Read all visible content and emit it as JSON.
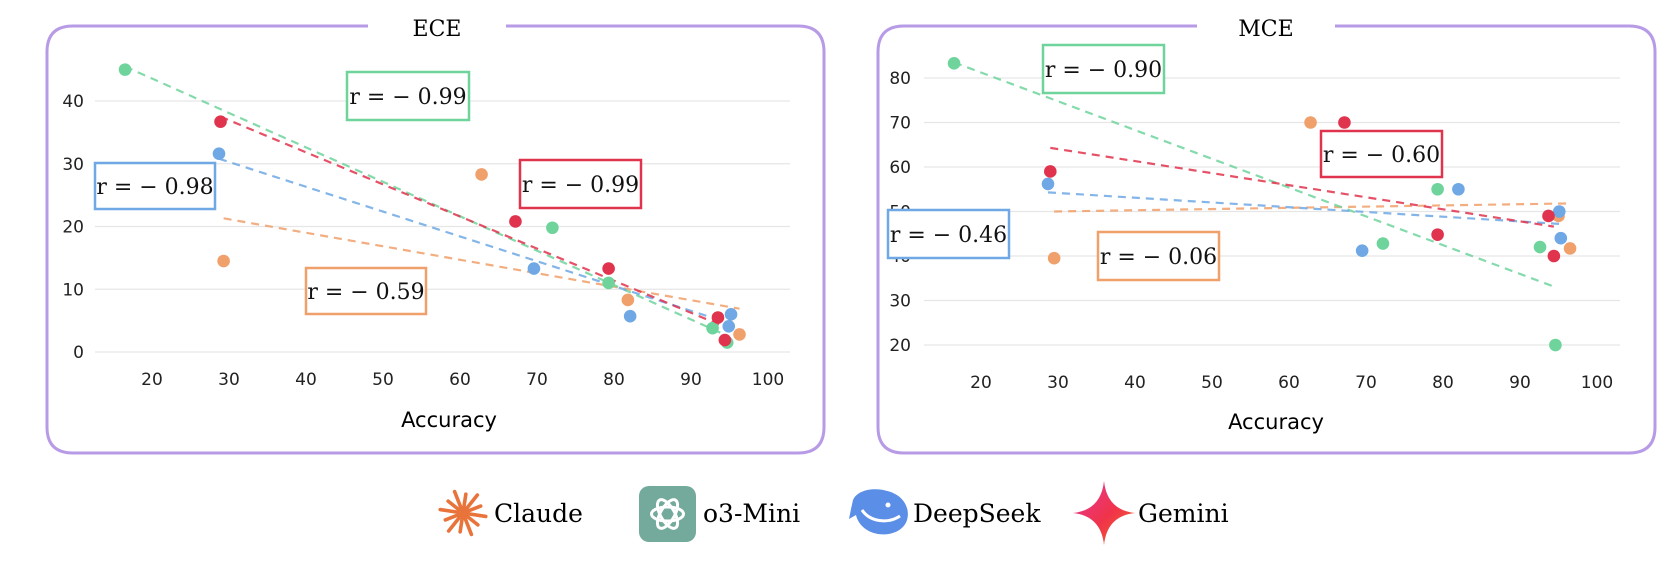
{
  "colors": {
    "Claude": "#f0a06a",
    "o3-Mini": "#6fd49c",
    "DeepSeek": "#6fa8e4",
    "Gemini": "#e0344e",
    "frame": "#b79be6"
  },
  "legend": [
    {
      "name": "Claude",
      "icon": "claude-starburst-icon"
    },
    {
      "name": "o3-Mini",
      "icon": "openai-knot-icon"
    },
    {
      "name": "DeepSeek",
      "icon": "deepseek-whale-icon"
    },
    {
      "name": "Gemini",
      "icon": "gemini-sparkle-icon"
    }
  ],
  "chart_data": [
    {
      "type": "scatter",
      "title": "ECE",
      "xlabel": "Accuracy",
      "ylabel": "",
      "xlim": [
        12,
        100
      ],
      "ylim": [
        -1,
        47
      ],
      "xticks": [
        20,
        30,
        40,
        50,
        60,
        70,
        80,
        90,
        100
      ],
      "yticks": [
        0,
        10,
        20,
        30,
        40
      ],
      "grid": "horizontal",
      "series": [
        {
          "name": "Claude",
          "points": [
            [
              29.3,
              14.5
            ],
            [
              62.8,
              28.3
            ],
            [
              81.8,
              8.3
            ],
            [
              96.3,
              2.8
            ]
          ],
          "fit": [
            [
              29.3,
              21.3
            ],
            [
              96.3,
              6.9
            ]
          ],
          "r": "r = − 0.59"
        },
        {
          "name": "o3-Mini",
          "points": [
            [
              16.5,
              45.0
            ],
            [
              72.0,
              19.8
            ],
            [
              79.3,
              11.0
            ],
            [
              92.8,
              3.8
            ],
            [
              94.7,
              1.5
            ]
          ],
          "fit": [
            [
              16.5,
              45.5
            ],
            [
              94.7,
              2.6
            ]
          ],
          "r": "r = − 0.99"
        },
        {
          "name": "DeepSeek",
          "points": [
            [
              28.7,
              31.6
            ],
            [
              69.6,
              13.3
            ],
            [
              82.1,
              5.7
            ],
            [
              94.9,
              4.1
            ],
            [
              95.2,
              6.0
            ]
          ],
          "fit": [
            [
              28.7,
              30.8
            ],
            [
              95.2,
              4.5
            ]
          ],
          "r": "r = − 0.98"
        },
        {
          "name": "Gemini",
          "points": [
            [
              28.9,
              36.7
            ],
            [
              67.2,
              20.8
            ],
            [
              79.3,
              13.3
            ],
            [
              93.5,
              5.5
            ],
            [
              94.4,
              1.9
            ]
          ],
          "fit": [
            [
              28.9,
              37.5
            ],
            [
              94.4,
              4.0
            ]
          ],
          "r": "r = − 0.99"
        }
      ]
    },
    {
      "type": "scatter",
      "title": "MCE",
      "xlabel": "Accuracy",
      "ylabel": "",
      "xlim": [
        12,
        100
      ],
      "ylim": [
        17,
        86
      ],
      "xticks": [
        20,
        30,
        40,
        50,
        60,
        70,
        80,
        90,
        100
      ],
      "yticks": [
        20,
        30,
        40,
        50,
        60,
        70,
        80
      ],
      "grid": "horizontal",
      "series": [
        {
          "name": "Claude",
          "points": [
            [
              29.5,
              39.5
            ],
            [
              62.8,
              70.0
            ],
            [
              95.0,
              49.0
            ],
            [
              96.5,
              41.7
            ]
          ],
          "fit": [
            [
              29.5,
              50.0
            ],
            [
              96.0,
              51.8
            ]
          ],
          "r": "r = − 0.06"
        },
        {
          "name": "o3-Mini",
          "points": [
            [
              16.5,
              83.3
            ],
            [
              72.2,
              42.8
            ],
            [
              79.3,
              55.0
            ],
            [
              92.6,
              42.0
            ],
            [
              94.6,
              20.0
            ]
          ],
          "fit": [
            [
              16.5,
              83.5
            ],
            [
              94.6,
              33.0
            ]
          ],
          "r": "r = − 0.90"
        },
        {
          "name": "DeepSeek",
          "points": [
            [
              28.7,
              56.2
            ],
            [
              69.5,
              41.2
            ],
            [
              82.0,
              55.0
            ],
            [
              95.1,
              50.0
            ],
            [
              95.3,
              44.0
            ]
          ],
          "fit": [
            [
              28.7,
              54.3
            ],
            [
              95.3,
              47.2
            ]
          ],
          "r": "r = − 0.46"
        },
        {
          "name": "Gemini",
          "points": [
            [
              29.0,
              59.0
            ],
            [
              67.2,
              70.0
            ],
            [
              79.3,
              44.8
            ],
            [
              93.7,
              49.0
            ],
            [
              94.4,
              40.0
            ]
          ],
          "fit": [
            [
              29.0,
              64.3
            ],
            [
              94.4,
              46.6
            ]
          ],
          "r": "r = − 0.60"
        }
      ]
    }
  ]
}
